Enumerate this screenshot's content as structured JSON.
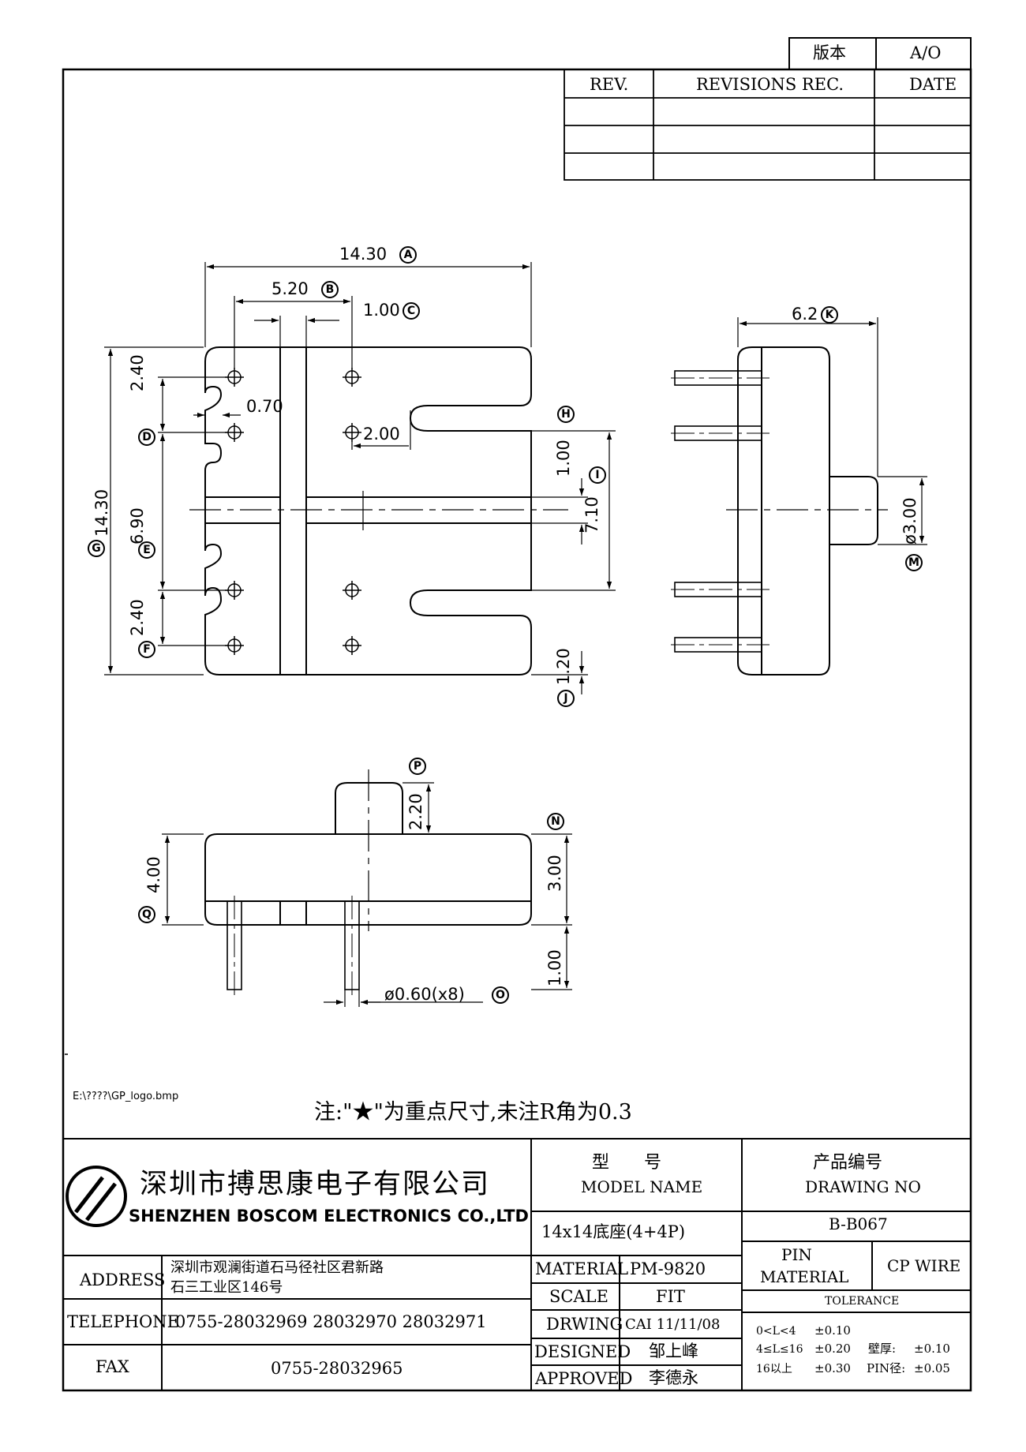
{
  "version_block": {
    "label": "版本",
    "value": "A/O"
  },
  "revision_table": {
    "headers": [
      "REV.",
      "REVISIONS REC.",
      "DATE"
    ],
    "rows": [
      [
        "",
        "",
        ""
      ],
      [
        "",
        "",
        ""
      ],
      [
        "",
        "",
        ""
      ]
    ]
  },
  "dimensions": {
    "A": {
      "value": "14.30",
      "letter": "A"
    },
    "B": {
      "value": "5.20",
      "letter": "B"
    },
    "C": {
      "value": "1.00",
      "letter": "C"
    },
    "D": {
      "value": "2.40",
      "letter": "D"
    },
    "E": {
      "value": "6.90",
      "letter": "E"
    },
    "F": {
      "value": "2.40",
      "letter": "F"
    },
    "G": {
      "value": "14.30",
      "letter": "G"
    },
    "H": {
      "value": "1.00",
      "letter": "H"
    },
    "I": {
      "value": "7.10",
      "letter": "I"
    },
    "J": {
      "value": "1.20",
      "letter": "J"
    },
    "K": {
      "value": "6.2",
      "letter": "K"
    },
    "M": {
      "value": "ø3.00",
      "letter": "M"
    },
    "N": {
      "value": "3.00",
      "letter": "N"
    },
    "O": {
      "value": "ø0.60(x8)",
      "letter": "O"
    },
    "P": {
      "value": "2.20",
      "letter": "P"
    },
    "Q": {
      "value": "4.00",
      "letter": "Q"
    },
    "slot_width": "0.70",
    "slot_depth": "2.00",
    "pin_length": "1.00"
  },
  "logo_path": "E:\\????\\GP_logo.bmp",
  "note": "注:\"★\"为重点尺寸,未注R角为0.3",
  "company": {
    "name_cn": "深圳市搏思康电子有限公司",
    "name_en": "SHENZHEN BOSCOM ELECTRONICS CO.,LTD"
  },
  "title_block": {
    "model_label_cn": "型　　号",
    "model_label_en": "MODEL NAME",
    "model_value": "14x14底座(4+4P)",
    "drawing_label_cn": "产品编号",
    "drawing_label_en": "DRAWING NO",
    "drawing_value": "B-B067",
    "address_label": "ADDRESS",
    "address_line1": "深圳市观澜街道石马径社区君新路",
    "address_line2": "石三工业区146号",
    "telephone_label": "TELEPHONE",
    "telephone_value": "0755-28032969 28032970 28032971",
    "fax_label": "FAX",
    "fax_value": "0755-28032965",
    "material_label": "MATERIAL",
    "material_value": "PM-9820",
    "scale_label": "SCALE",
    "scale_value": "FIT",
    "drawing_by_label": "DRWING",
    "drawing_by_value": "CAI 11/11/08",
    "designed_label": "DESIGNED",
    "designed_value": "邹上峰",
    "approved_label": "APPROVED",
    "approved_value": "李德永",
    "pin_material_label_1": "PIN",
    "pin_material_label_2": "MATERIAL",
    "pin_material_value": "CP WIRE",
    "tolerance_label": "TOLERANCE",
    "tol_1_range": "0<L<4",
    "tol_1_value": "±0.10",
    "tol_2_range": "4≤L≤16",
    "tol_2_value": "±0.20",
    "tol_3_range": "16以上",
    "tol_3_value": "±0.30",
    "wall_label": "壁厚:",
    "wall_value": "±0.10",
    "pin_dia_label": "PIN径:",
    "pin_dia_value": "±0.05"
  }
}
